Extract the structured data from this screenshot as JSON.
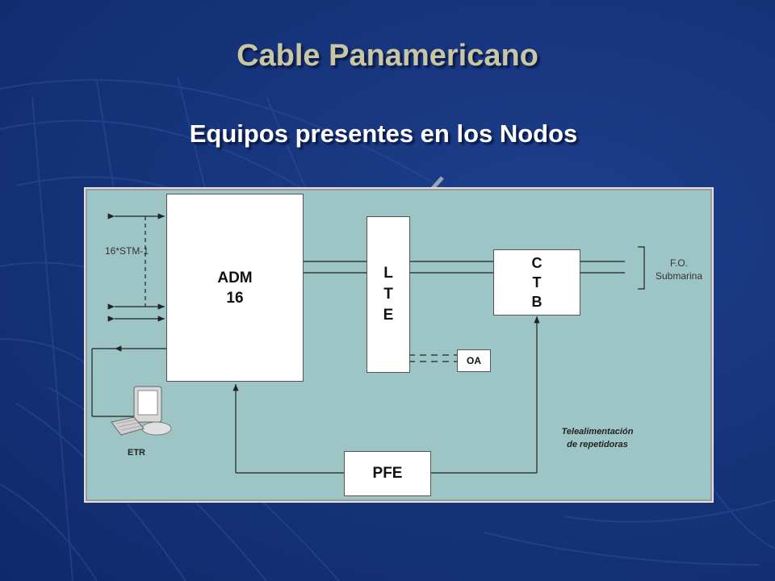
{
  "slide": {
    "title": "Cable Panamericano",
    "subtitle": "Equipos  presentes en los Nodos"
  },
  "diagram": {
    "adm": {
      "line1": "ADM",
      "line2": "16"
    },
    "lte": {
      "l1": "L",
      "l2": "T",
      "l3": "E"
    },
    "ctb": {
      "l1": "C",
      "l2": "T",
      "l3": "B"
    },
    "oa": "OA",
    "pfe": "PFE",
    "stm_label": "16*STM-1",
    "fo_label": {
      "line1": "F.O.",
      "line2": "Submarina"
    },
    "tele_label": {
      "line1": "Telealimentación",
      "line2": "de repetidoras"
    },
    "etr_label": "ETR"
  },
  "colors": {
    "background": "#17357d",
    "title": "#c9c6a5",
    "subtitle": "#ffffff",
    "panel": "#9ec5c6"
  }
}
